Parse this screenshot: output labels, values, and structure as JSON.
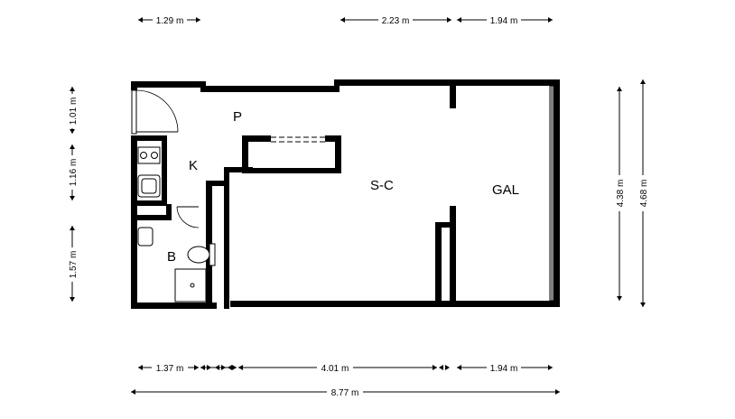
{
  "rooms": {
    "passage": "P",
    "kitchen": "K",
    "bathroom": "B",
    "living": "S-C",
    "gallery": "GAL"
  },
  "dimensions": {
    "top_left": "1.29 m",
    "top_middle": "2.23 m",
    "top_right": "1.94 m",
    "bottom_left": "1.37 m",
    "bottom_middle": "4.01 m",
    "bottom_right": "1.94 m",
    "bottom_total": "8.77 m",
    "left_top": "1.01 m",
    "left_middle": "1.16 m",
    "left_bottom": "1.57 m",
    "right_inner": "4.38 m",
    "right_outer": "4.68 m"
  },
  "colors": {
    "wall": "#000000",
    "background": "#ffffff"
  }
}
